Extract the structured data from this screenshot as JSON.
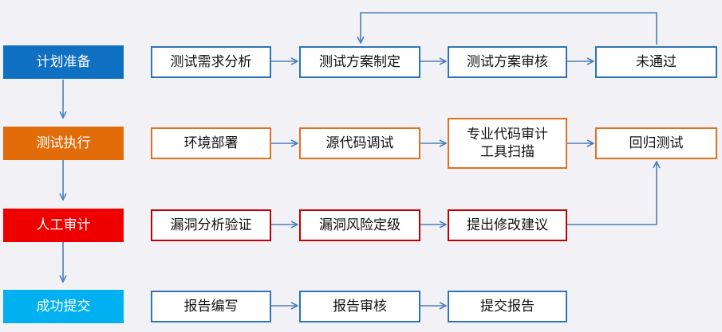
{
  "colors": {
    "plan_stage": "#0f6fc0",
    "test_stage": "#e36c0a",
    "audit_stage": "#ee0000",
    "submit_stage": "#00b0f0",
    "blue_border": "#2e74b5",
    "orange_border": "#e07020",
    "red_border": "#c00000",
    "arrow": "#4a7ebb",
    "background": "#f2f2f6"
  },
  "stages": {
    "plan": "计划准备",
    "test": "测试执行",
    "audit": "人工审计",
    "submit": "成功提交"
  },
  "row_plan": {
    "step1": "测试需求分析",
    "step2": "测试方案制定",
    "step3": "测试方案审核",
    "step4": "未通过"
  },
  "row_test": {
    "step1": "环境部署",
    "step2": "源代码调试",
    "step3_line1": "专业代码审计",
    "step3_line2": "工具扫描",
    "step4": "回归测试"
  },
  "row_audit": {
    "step1": "漏洞分析验证",
    "step2": "漏洞风险定级",
    "step3": "提出修改建议"
  },
  "row_submit": {
    "step1": "报告编写",
    "step2": "报告审核",
    "step3": "提交报告"
  }
}
